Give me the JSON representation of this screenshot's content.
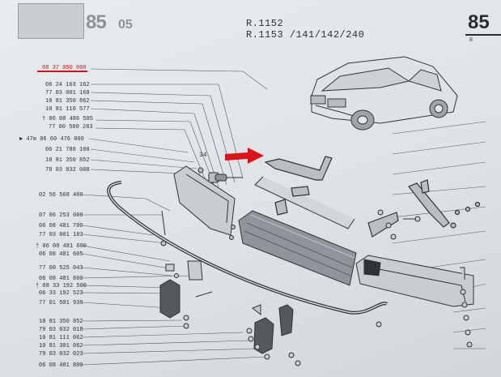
{
  "header": {
    "section_number": "85",
    "section_suffix": "05",
    "models_line1": "R.1152",
    "models_line2": "R.1153 /141/142/240",
    "page_tab": "85",
    "page_tab_sub": "8"
  },
  "parts": [
    "08 37 050 000",
    "06 24 163 162",
    "77 03 001 168",
    "10 81 350 862",
    "10 81 110 577",
    "† 06 08 486 585",
    "77 00 500 283",
    "► 47m   06 60 476 000",
    "06 21 780 100",
    "10 81 350 852",
    "78 03 032 008",
    "02 56 568 400",
    "07 06 253 000",
    "06 08 481 700",
    "77 03 001 183",
    "† 06 08 481 600",
    "06 08 481 605",
    "77 00 525 043",
    "06 08 481 800",
    "† 08 33 192 500",
    "06 33 192 523",
    "77 01 501 939",
    "10 81 350 852",
    "79 03 032 018",
    "10 81 111 062",
    "10 81 301 062",
    "79 03 032 023",
    "06 08 481 800"
  ],
  "callout": "34",
  "colors": {
    "highlight": "#c8141c",
    "ink": "#2a2e31"
  }
}
